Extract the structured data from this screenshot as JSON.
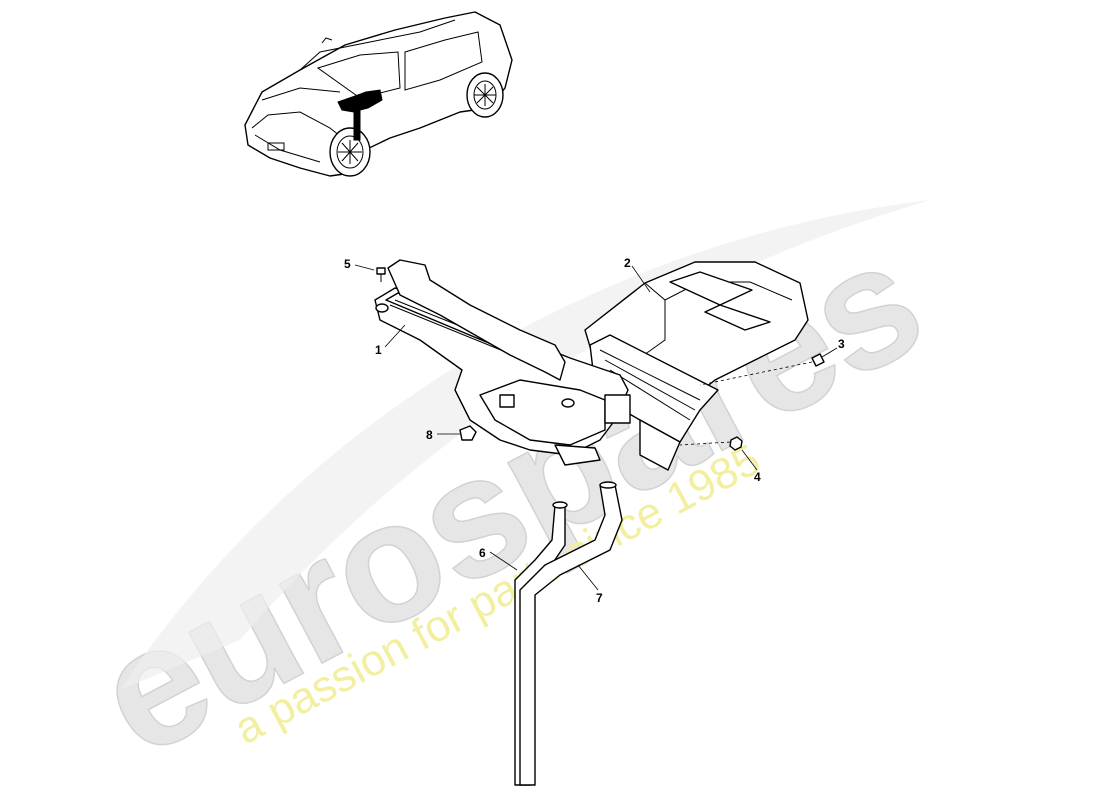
{
  "watermark": {
    "brand": "eurospares",
    "tagline": "a passion for parts since 1985",
    "color_brand": "#e6e6e6",
    "color_tagline": "#f2efa0"
  },
  "callouts": [
    {
      "id": "1",
      "label": "1"
    },
    {
      "id": "2",
      "label": "2"
    },
    {
      "id": "3",
      "label": "3"
    },
    {
      "id": "4",
      "label": "4"
    },
    {
      "id": "5",
      "label": "5"
    },
    {
      "id": "6",
      "label": "6"
    },
    {
      "id": "7",
      "label": "7"
    },
    {
      "id": "8",
      "label": "8"
    }
  ],
  "icons": {
    "car": "car-overview-icon",
    "highlight": "location-highlight-icon"
  }
}
